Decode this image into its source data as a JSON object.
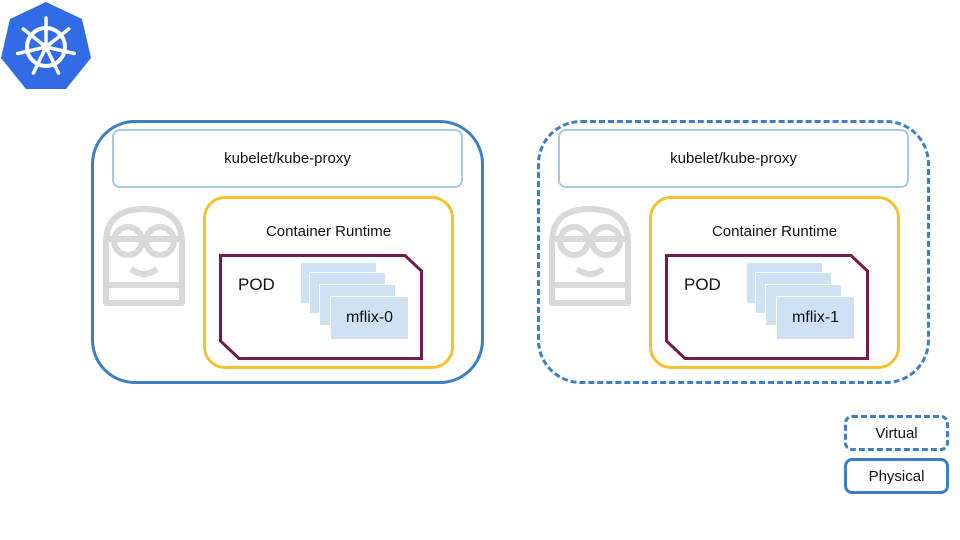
{
  "logo": {
    "icon": "kubernetes-helm-icon",
    "color": "#326ce5"
  },
  "nodes": [
    {
      "style": "physical",
      "bar_label": "kubelet/kube-proxy",
      "runtime_label": "Container Runtime",
      "pod_label": "POD",
      "container_label": "mflix-0"
    },
    {
      "style": "virtual",
      "bar_label": "kubelet/kube-proxy",
      "runtime_label": "Container Runtime",
      "pod_label": "POD",
      "container_label": "mflix-1"
    }
  ],
  "legend": {
    "virtual_label": "Virtual",
    "physical_label": "Physical"
  },
  "colors": {
    "node_border": "#3d7fc0",
    "bar_border": "#a9c9e5",
    "runtime_border": "#f1c232",
    "pod_border": "#741b47",
    "container_fill": "#cfe2f3",
    "robot_gray": "#d9d9d9"
  }
}
